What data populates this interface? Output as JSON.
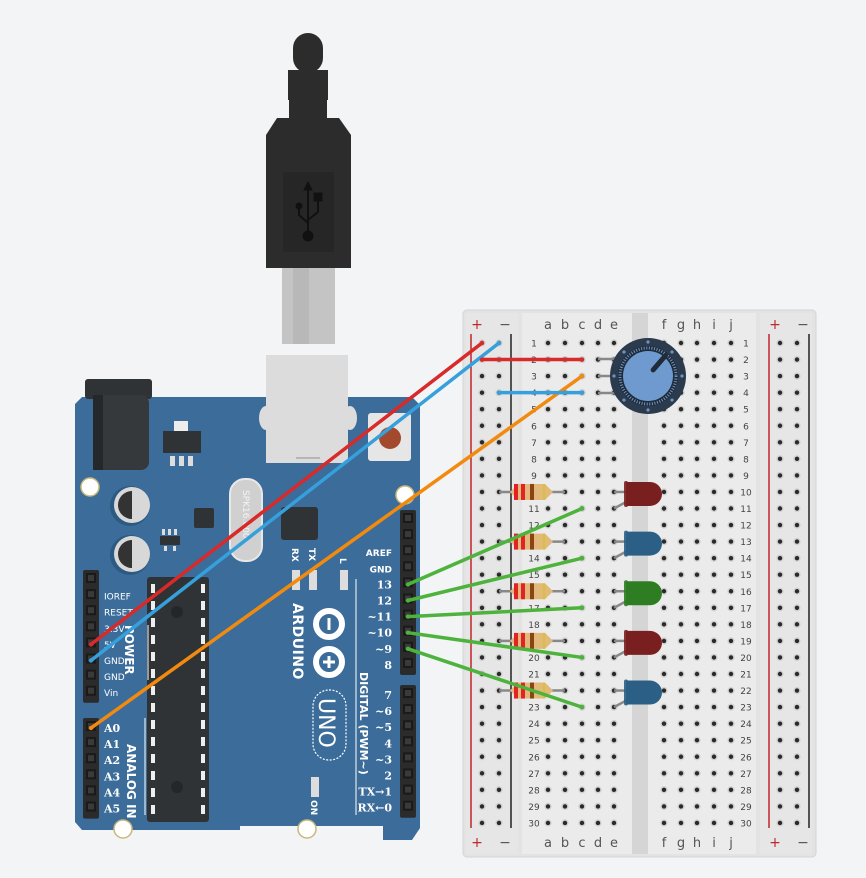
{
  "scene": {
    "background": "#f3f4f6",
    "components": [
      "usb-cable",
      "arduino-uno",
      "breadboard",
      "potentiometer",
      "resistors",
      "leds",
      "wires"
    ]
  },
  "arduino": {
    "board_color": "#3b6c9a",
    "brand": "ARDUINO",
    "model": "UNO",
    "crystal_text": "SPK16.000",
    "power_header_title": "POWER",
    "analog_header_title": "ANALOG IN",
    "digital_header_title": "DIGITAL (PWM~)",
    "power_pins": [
      "IOREF",
      "RESET",
      "3.3V",
      "5V",
      "GND",
      "GND",
      "Vin"
    ],
    "analog_pins": [
      "A0",
      "A1",
      "A2",
      "A3",
      "A4",
      "A5"
    ],
    "digital_pins_upper": [
      "AREF",
      "GND",
      "13",
      "12",
      "~11",
      "~10",
      "~9",
      "8"
    ],
    "digital_pins_lower": [
      "7",
      "~6",
      "~5",
      "4",
      "~3",
      "2",
      "TX→1",
      "RX←0"
    ],
    "led_labels": [
      "RX",
      "TX",
      "L"
    ],
    "on_label": "ON"
  },
  "breadboard": {
    "columns_left": [
      "a",
      "b",
      "c",
      "d",
      "e"
    ],
    "columns_right": [
      "f",
      "g",
      "h",
      "i",
      "j"
    ],
    "rail_plus": "+",
    "rail_minus": "−",
    "rows": 30,
    "rail_plus_color": "#c0272d",
    "rail_minus_color": "#222222"
  },
  "potentiometer": {
    "position_fraction": 0.65
  },
  "resistors": [
    {
      "row": 10,
      "bands": [
        "#e32323",
        "#e32323",
        "#8b4513",
        "#d4c33a"
      ]
    },
    {
      "row": 13,
      "bands": [
        "#e32323",
        "#e32323",
        "#8b4513",
        "#d4c33a"
      ]
    },
    {
      "row": 16,
      "bands": [
        "#e32323",
        "#e32323",
        "#8b4513",
        "#d4c33a"
      ]
    },
    {
      "row": 19,
      "bands": [
        "#e32323",
        "#e32323",
        "#8b4513",
        "#d4c33a"
      ]
    },
    {
      "row": 22,
      "bands": [
        "#e32323",
        "#e32323",
        "#8b4513",
        "#d4c33a"
      ]
    }
  ],
  "leds": [
    {
      "row": 10,
      "color": "red",
      "hex": "#7a1f1f"
    },
    {
      "row": 13,
      "color": "blue",
      "hex": "#2b5f85"
    },
    {
      "row": 16,
      "color": "green",
      "hex": "#2e7d23"
    },
    {
      "row": 19,
      "color": "red",
      "hex": "#7a1f1f"
    },
    {
      "row": 22,
      "color": "blue",
      "hex": "#2b5f85"
    }
  ],
  "wires": [
    {
      "name": "5v-wire",
      "color": "#d92a2a",
      "from": "5V",
      "to": "rail+ row 1"
    },
    {
      "name": "gnd-wire",
      "color": "#36a0dc",
      "from": "GND",
      "to": "rail- row 1"
    },
    {
      "name": "a0-wire",
      "color": "#f28a0f",
      "from": "A0",
      "to": "c3"
    },
    {
      "name": "pin13-wire",
      "color": "#4db33d",
      "from": "13",
      "to": "c11"
    },
    {
      "name": "pin12-wire",
      "color": "#4db33d",
      "from": "12",
      "to": "c14"
    },
    {
      "name": "pin11-wire",
      "color": "#4db33d",
      "from": "~11",
      "to": "c17"
    },
    {
      "name": "pin10-wire",
      "color": "#4db33d",
      "from": "~10",
      "to": "c20"
    },
    {
      "name": "pin9-wire",
      "color": "#4db33d",
      "from": "~9",
      "to": "c23"
    },
    {
      "name": "rail-red-jumper",
      "color": "#d92a2a",
      "from": "rail+ row 2",
      "to": "c2"
    },
    {
      "name": "rail-blue-jumper",
      "color": "#36a0dc",
      "from": "rail- row 4",
      "to": "c4"
    }
  ]
}
